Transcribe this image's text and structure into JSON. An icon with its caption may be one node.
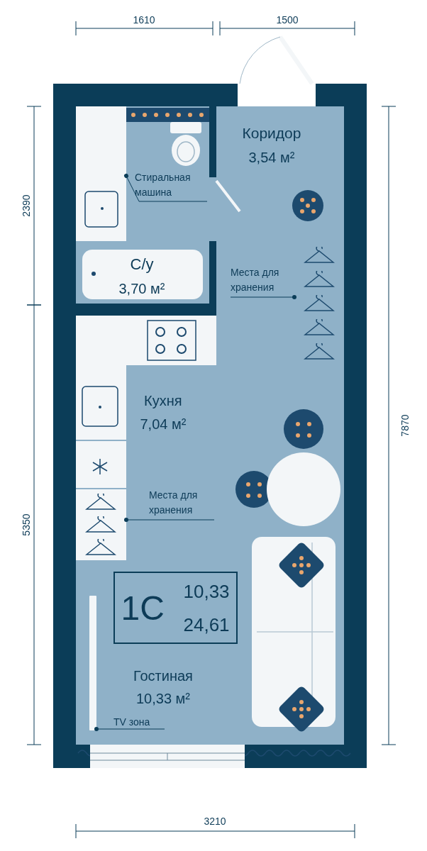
{
  "diagram": {
    "nodes": [
      {
        "text": [
          "Коридор",
          "3,54 м²"
        ]
      },
      {
        "text": [
          "С/у",
          "3,70 м²"
        ]
      },
      {
        "text": [
          "Кухня",
          "7,04 м²"
        ]
      },
      {
        "text": [
          "Гостиная",
          "10,33 м²"
        ]
      },
      {
        "text": [
          "1С",
          "10,33",
          "24,61"
        ],
        "in": 3
      },
      {
        "text": [
          "Стиральная машина"
        ],
        "in": 1
      },
      {
        "text": [],
        "shape": "box",
        "in": 1
      },
      {
        "text": [
          "Места для хранения"
        ],
        "in": 0
      },
      {
        "text": [],
        "shape": "box"
      },
      {
        "text": [
          "Места для хранения"
        ],
        "in": 2
      },
      {
        "text": [],
        "shape": "box",
        "in": 2
      },
      {
        "text": [
          "TV зона"
        ],
        "in": 3
      },
      {
        "text": [],
        "shape": "bar",
        "in": 3
      }
    ],
    "edges": [
      {
        "from": 5,
        "to": 6,
        "arrow": "other"
      },
      {
        "from": 7,
        "to": 8,
        "arrow": "other"
      },
      {
        "from": 9,
        "to": 10,
        "arrow": "other"
      },
      {
        "from": 11,
        "to": 12,
        "arrow": "other"
      }
    ],
    "labels": [
      "1610",
      "1500",
      "2390",
      "7870",
      "5350",
      "3210"
    ]
  }
}
